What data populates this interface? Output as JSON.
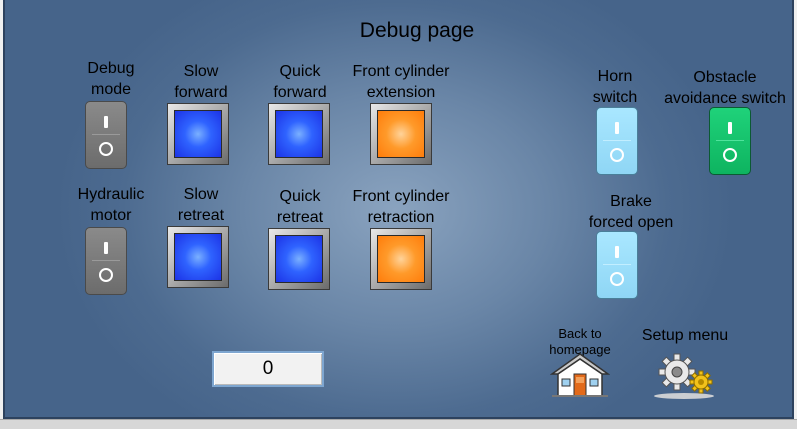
{
  "page": {
    "title": "Debug page"
  },
  "switches": {
    "debug_mode": {
      "line1": "Debug",
      "line2": "mode"
    },
    "hydraulic_motor": {
      "line1": "Hydraulic",
      "line2": "motor"
    },
    "horn": {
      "line1": "Horn",
      "line2": "switch"
    },
    "obstacle_avoidance": {
      "line1": "Obstacle",
      "line2": "avoidance switch"
    },
    "brake": {
      "line1": "Brake",
      "line2": "forced open"
    }
  },
  "lamps": {
    "slow_forward": {
      "line1": "Slow",
      "line2": "forward"
    },
    "quick_forward": {
      "line1": "Quick",
      "line2": "forward"
    },
    "front_cyl_ext": {
      "line1": "Front cylinder",
      "line2": "extension"
    },
    "slow_retreat": {
      "line1": "Slow",
      "line2": "retreat"
    },
    "quick_retreat": {
      "line1": "Quick",
      "line2": "retreat"
    },
    "front_cyl_ret": {
      "line1": "Front cylinder",
      "line2": "retraction"
    }
  },
  "value_field": {
    "value": "0"
  },
  "nav": {
    "home_line1": "Back to",
    "home_line2": "homepage",
    "setup": "Setup menu"
  },
  "colors": {
    "lamp_blue": "#2f63ff",
    "lamp_orange": "#ff8c1a",
    "switch_gray": "#7a7a7a",
    "switch_cyan": "#9fe0fb",
    "switch_green": "#12c16b",
    "background": "#5a789c"
  },
  "icons": {
    "home": "house-icon",
    "setup": "gears-icon"
  }
}
